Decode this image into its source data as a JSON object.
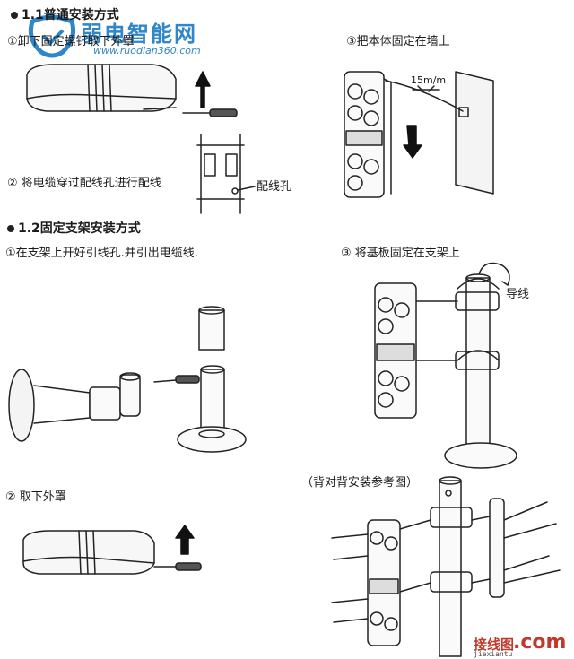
{
  "watermark": {
    "site_name": "弱电智能网",
    "site_url": "www.ruodian360.com",
    "corner_name": "接线图",
    "corner_domain": ".com",
    "corner_sub": "jiexiantu"
  },
  "section1": {
    "heading": "1.1普通安装方式",
    "step1": "①卸下固定螺钉取下外罩",
    "step2": "② 将电缆穿过配线孔进行配线",
    "step2_label": "配线孔",
    "step3": "③把本体固定在墙上",
    "dim_label": "15m/m"
  },
  "section2": {
    "heading": "1.2固定支架安装方式",
    "step1": "①在支架上开好引线孔.并引出电缆线.",
    "step2": "② 取下外罩",
    "step3": "③ 将基板固定在支架上",
    "step3_label": "导线",
    "back_to_back": "（背对背安装参考图）"
  },
  "colors": {
    "line": "#222222",
    "watermark": "#2f86c8",
    "corner_mark": "#c0392b"
  }
}
